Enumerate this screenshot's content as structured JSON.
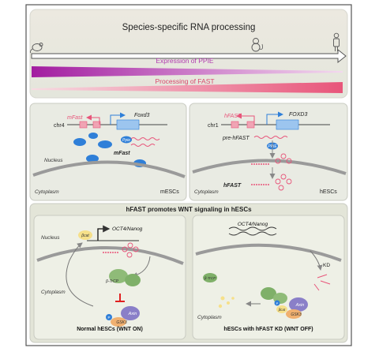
{
  "title": "Species-specific RNA processing",
  "bar_ppie": "Expression of PPIE",
  "bar_fast": "Processing of FAST",
  "colors": {
    "pink": "#e8557a",
    "magenta": "#c02fa8",
    "blue": "#2f7fd8",
    "green": "#7fb069",
    "purple": "#8a7fc8",
    "yellow": "#f6e08a",
    "orange": "#f0b070"
  },
  "mouse_panel": {
    "chr": "chr4",
    "gene_lnc": "mFast",
    "gene_pc": "Foxd3",
    "protein": "Ppie",
    "transcript": "mFast",
    "compartment_top": "Nucleus",
    "compartment_bottom": "Cytoplasm",
    "cell": "mESCs"
  },
  "human_panel": {
    "chr": "chr1",
    "gene_lnc": "hFAST",
    "gene_pc": "FOXD3",
    "precursor": "pre-hFAST",
    "protein": "PPIE",
    "transcript": "hFAST",
    "compartment_bottom": "Cytoplasm",
    "cell": "hESCs"
  },
  "wnt_header": "hFAST promotes WNT signaling in hESCs",
  "wnt_on": {
    "nucleus": "Nucleus",
    "cytoplasm": "Cytoplasm",
    "bcat": "βcat",
    "target": "OCT4/Nanog",
    "btrcp": "β-TrCP",
    "axin": "Axin",
    "gsk3": "GSK3",
    "p": "P",
    "caption": "Normal hESCs (WNT ON)"
  },
  "wnt_off": {
    "target": "OCT4/Nanog",
    "kd": "KD",
    "btrcp": "β-TrCP",
    "axin": "Axin",
    "gsk3": "GSK3",
    "bcat": "βcat",
    "p": "P",
    "cytoplasm": "Cytoplasm",
    "caption": "hESCs with hFAST KD (WNT OFF)"
  }
}
